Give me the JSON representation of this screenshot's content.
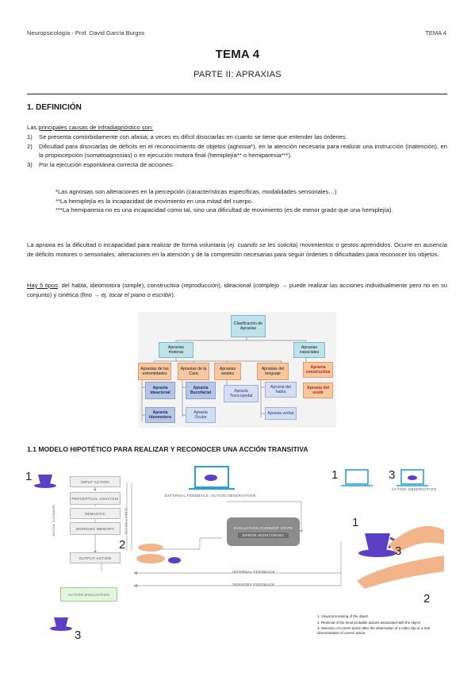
{
  "header": {
    "left": "Neuropsicología - Prof. David García Burgos",
    "right": "TEMA 4"
  },
  "title": "TEMA 4",
  "subtitle": "PARTE II: APRAXIAS",
  "section1": {
    "heading": "1. DEFINICIÓN",
    "intro_prefix": "Las ",
    "intro_underlined": "principales causas de infradiagnóstico son:",
    "items": [
      {
        "n": "1)",
        "text": "Se presenta comórbidamente con afasia; a veces es difícil disociarlas en cuanto se tiene que entender las órdenes."
      },
      {
        "n": "2)",
        "text": "Dificultad para disociarlas de déficits en el reconocimiento de objetos (agnosia*), en la atención necesaria para realizar una instrucción (inatención), en la propiocepción (somatoagnosias) o en ejecución motora final (hemiplejía** o hemiparesia***)."
      },
      {
        "n": "3)",
        "text": "Por la ejecución espontánea correcta de acciones."
      }
    ],
    "notes": [
      "*Las agnosias son alteraciones en la percepción (características específicas, modalidades sensoriales…)",
      "**La hemiplejía es la incapacidad de movimiento en una mitad del cuerpo.",
      "***La hemiparesia no es una incapacidad como tal, sino una dificultad de movimiento (es de menor grado que una hemiplejía)."
    ],
    "definition_a": "La apraxia es la dificultad o incapacidad para realizar de forma voluntaria (",
    "definition_italic": "ej. cuando se les solicita",
    "definition_b": ") movimientos o gestos aprendidos. Ocurre en ausencia de déficits motores o sensoriales, alteraciones en la atención y de la compresión necesarias para seguir órdenes o dificultades para reconocer los objetos.",
    "types_underlined": "Hay 5 tipos",
    "types_a": ": del habla, ideomotora (simple), constructiva (reproducción), ideacional (complejo → puede realizar las acciones individualmente pero no en su conjunto) y cinética (fino → ",
    "types_italic": "ej. tocar el piano o escribir",
    "types_b": ")."
  },
  "diagram": {
    "root": "Clasificación de Apraxias",
    "motoras": "Apraxias motoras",
    "espaciales": "Apraxias espaciales",
    "extremidades": "Apraxias de las extremidades",
    "cara": "Apraxias de la Cara",
    "axiales": "Apraxias axiales",
    "lenguaje": "Apraxias del lenguaje",
    "constructiva": "Apraxia constructiva",
    "vestir": "Apraxia del vestir",
    "ideacional": "Apraxia ideacional",
    "ideomotora": "Apraxia ideomotora",
    "bucofacial": "Apraxia Bucofacial",
    "ocular": "Apraxia Ocular",
    "troncopedal": "Apraxia Troncopedal",
    "habla": "Apraxia del habla",
    "verbal": "Apraxia verbal"
  },
  "section11": {
    "heading": "1.1 MODELO HIPOTÉTICO PARA REALIZAR Y RECONOCER UNA ACCIÓN TRANSITIVA"
  },
  "model": {
    "input_action": "INPUT ACTION",
    "perceptual": "PERCEPTUAL ANALYSIS",
    "semantic": "SEMANTIC",
    "working_memory": "WORKING MEMORY",
    "semantic_route": "SEMANTIC ROUTE",
    "direct_route": "DIRECT ROUTE",
    "output_action": "OUTPUT ACTION",
    "action_evaluation": "ACTION EVALUATION",
    "external_feedback": "EXTERNAL FEEDBACK: ACTION OBSERVATION",
    "evaluation_state": "EVALUATION CURRENT STATE",
    "error_monitoring": "ERROR MONITORING",
    "internal_feedback": "INTERNAL FEEDBACK",
    "sensory_feedback": "SENSORY FEEDBACK",
    "action_observation": "ACTION OBSERVATION",
    "numbers": [
      "1",
      "2",
      "3",
      "1",
      "3",
      "1",
      "3",
      "2"
    ],
    "legend": [
      "1. Visual processing of the object",
      "2. Retrieval of the most probable actions associated with the object",
      "3. Selection of correct action after the observation of a video clip or a real demonstration of correct action."
    ]
  },
  "colors": {
    "teal": "#bfe3ea",
    "orange": "#f6c7a0",
    "blue": "#b8c6e6",
    "green_text": "#2e8b2e",
    "cup": "#5b3fc4"
  }
}
